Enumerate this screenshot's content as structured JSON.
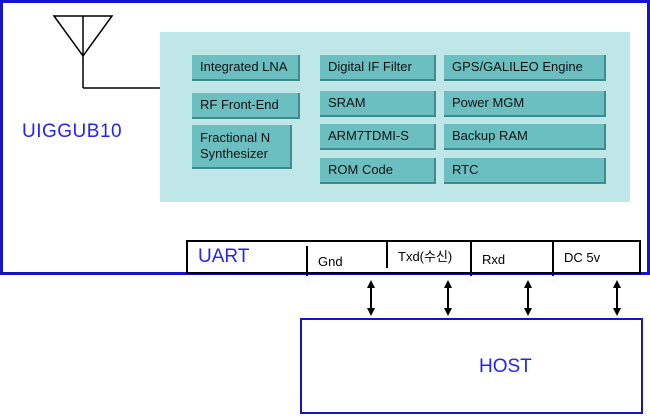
{
  "module": {
    "label": "UIGGUB10",
    "blocks": [
      {
        "label": "Integrated LNA"
      },
      {
        "label": "RF Front-End"
      },
      {
        "label": "Fractional N Synthesizer"
      },
      {
        "label": "Digital IF Filter"
      },
      {
        "label": "SRAM"
      },
      {
        "label": "ARM7TDMI-S"
      },
      {
        "label": "ROM Code"
      },
      {
        "label": "GPS/GALILEO Engine"
      },
      {
        "label": "Power MGM"
      },
      {
        "label": "Backup RAM"
      },
      {
        "label": "RTC"
      }
    ]
  },
  "uart": {
    "label": "UART",
    "pins": [
      {
        "label": "Gnd"
      },
      {
        "label": "Txd(수신)"
      },
      {
        "label": "Rxd"
      },
      {
        "label": "DC 5v"
      }
    ]
  },
  "host": {
    "label": "HOST"
  },
  "colors": {
    "outline_blue": "#1515c8",
    "text_blue": "#2222ff",
    "panel": "#bfe7e7",
    "block": "#6bbfc0"
  }
}
